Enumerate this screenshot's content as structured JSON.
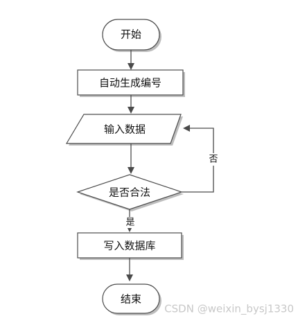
{
  "nodes": {
    "start": "开始",
    "auto_number": "自动生成编号",
    "input_data": "输入数据",
    "check_valid": "是否合法",
    "write_db": "写入数据库",
    "end": "结束"
  },
  "edges": {
    "no_label": "否",
    "yes_label": "是"
  },
  "watermark": "CSDN @weixin_bysj1330"
}
